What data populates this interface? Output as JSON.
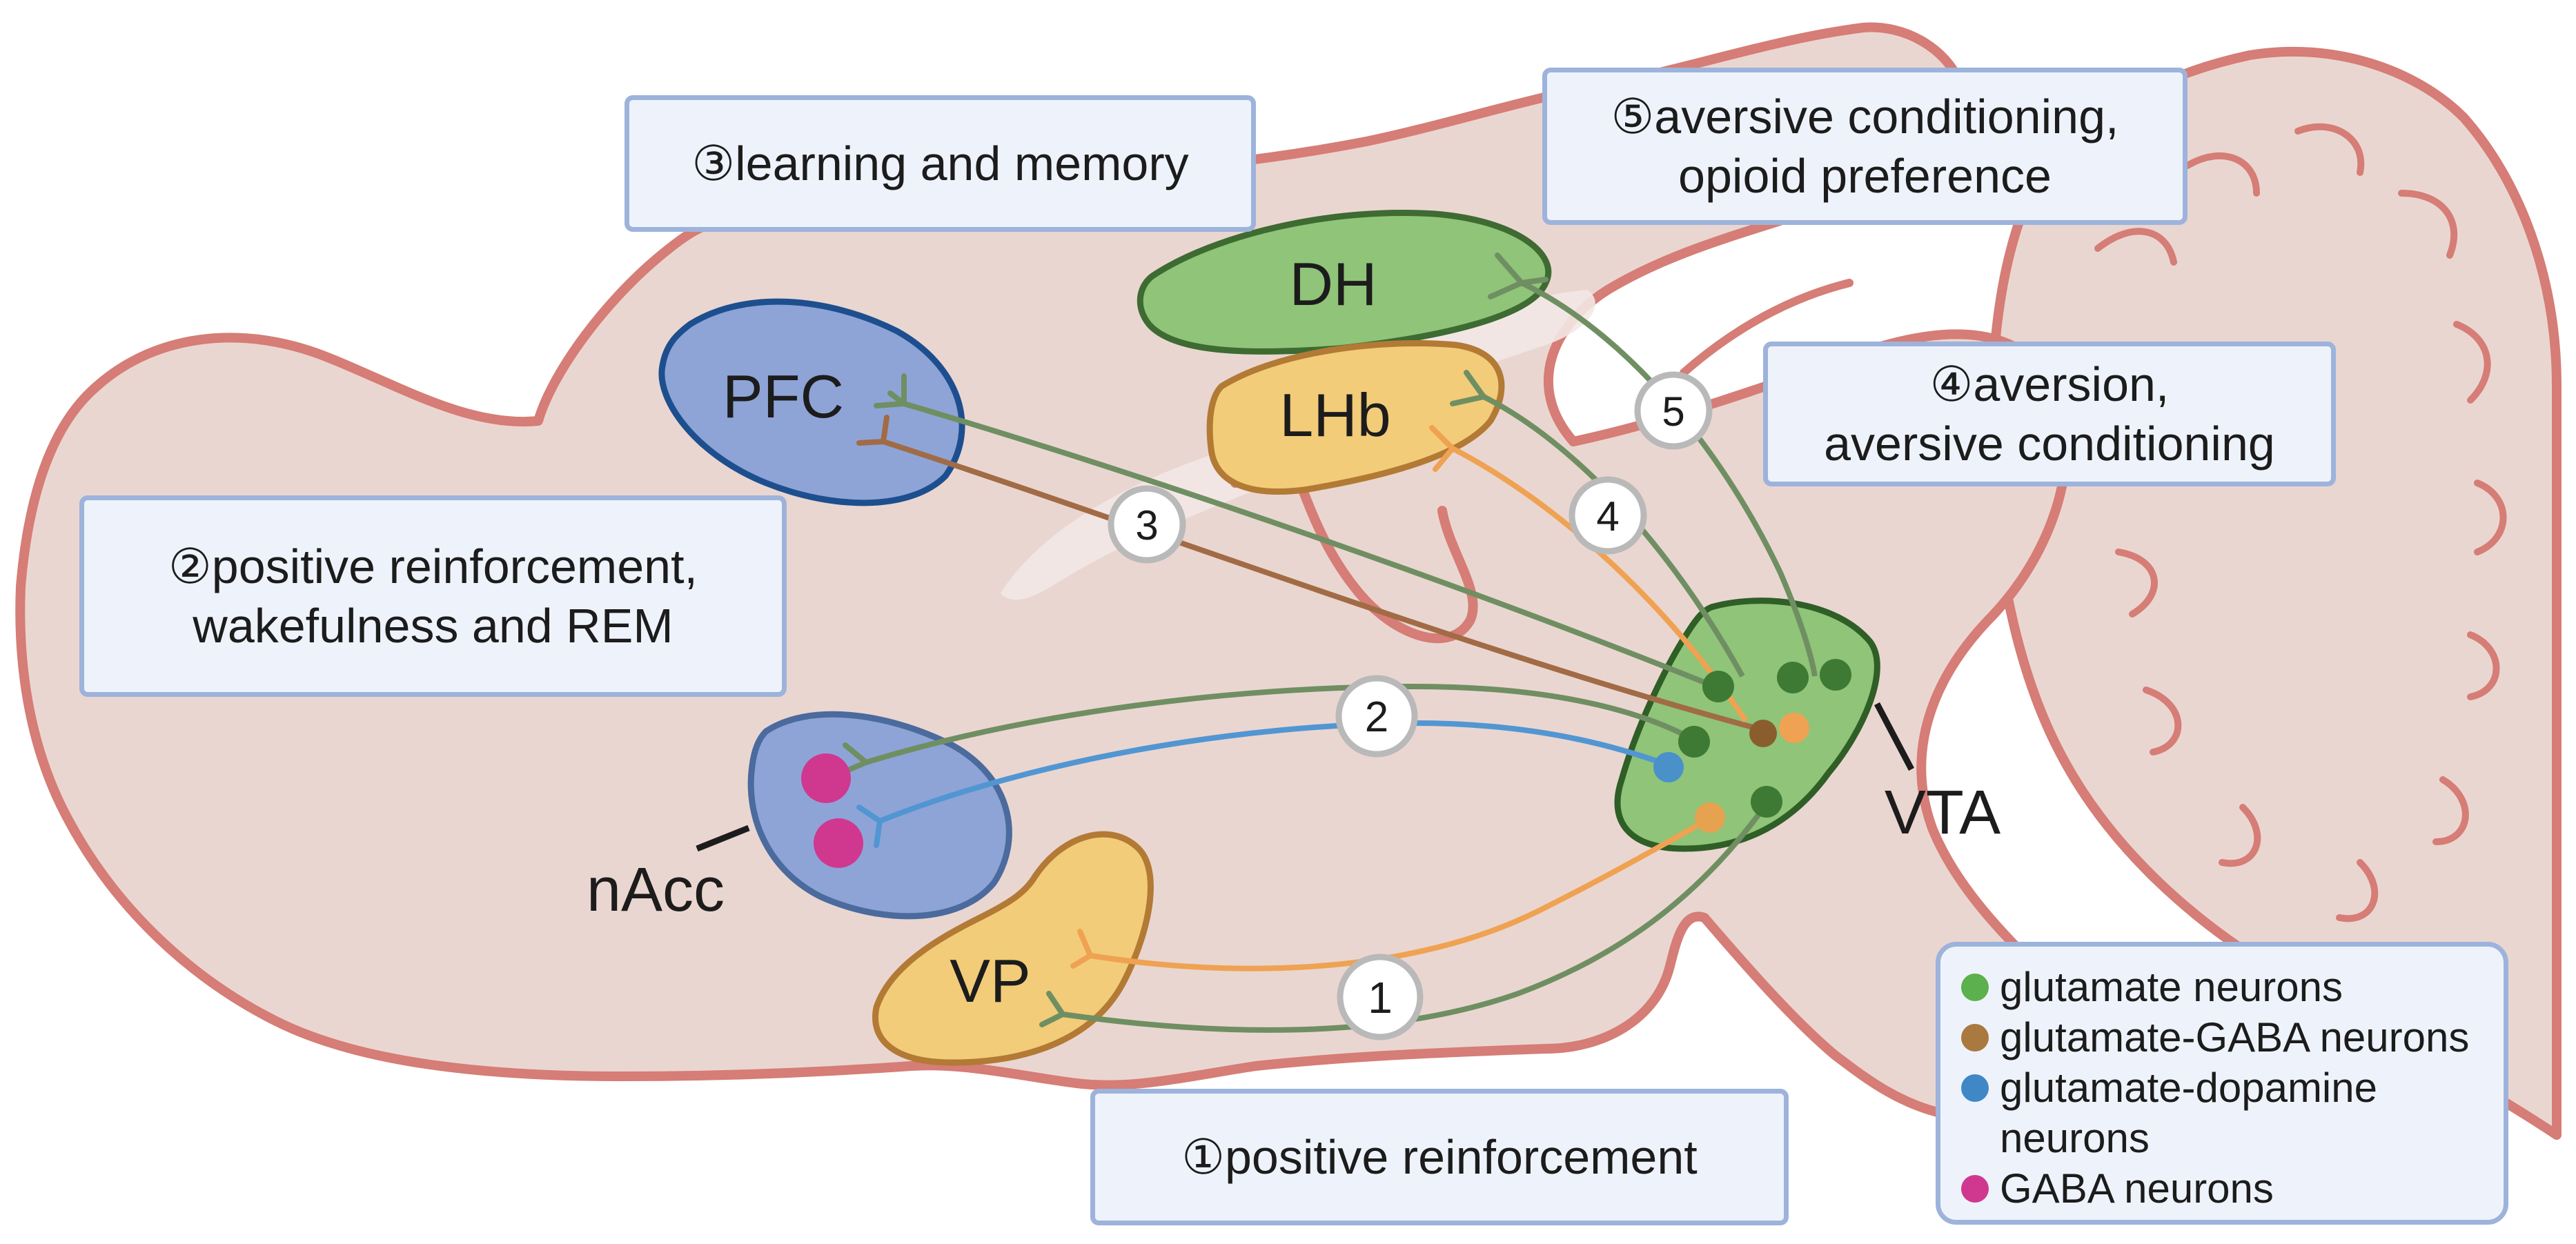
{
  "regions": {
    "pfc": "PFC",
    "dh": "DH",
    "lhb": "LHb",
    "vta": "VTA",
    "nacc": "nAcc",
    "vp": "VP"
  },
  "pathway_numbers": [
    "1",
    "2",
    "3",
    "4",
    "5"
  ],
  "callouts": {
    "c1": "①positive reinforcement",
    "c2_line1": "②positive reinforcement,",
    "c2_line2": "wakefulness and REM",
    "c3": "③learning and memory",
    "c4_line1": "④aversion,",
    "c4_line2": "aversive conditioning",
    "c5_line1": "⑤aversive conditioning,",
    "c5_line2": "opioid preference"
  },
  "legend": [
    {
      "label_line1": "glutamate neurons",
      "label_line2": "",
      "color": "#5cb04d"
    },
    {
      "label_line1": "glutamate-GABA neurons",
      "label_line2": "",
      "color": "#a9793f"
    },
    {
      "label_line1": "glutamate-dopamine",
      "label_line2": "neurons",
      "color": "#3f88c5"
    },
    {
      "label_line1": "GABA neurons",
      "label_line2": "",
      "color": "#d0388f"
    }
  ],
  "colors": {
    "brain_fill": "#ead6d0",
    "brain_outline": "#d57d76",
    "glutamate_pathway": "#6f8f62",
    "glutamate_gaba_pathway": "#a16b45",
    "glutamate_dopamine_pathway": "#5196d3",
    "gaba_pathway": "#efa252",
    "region_green": "#8fc479",
    "region_blue": "#8ea4d6",
    "region_yellow": "#f2cc79"
  }
}
